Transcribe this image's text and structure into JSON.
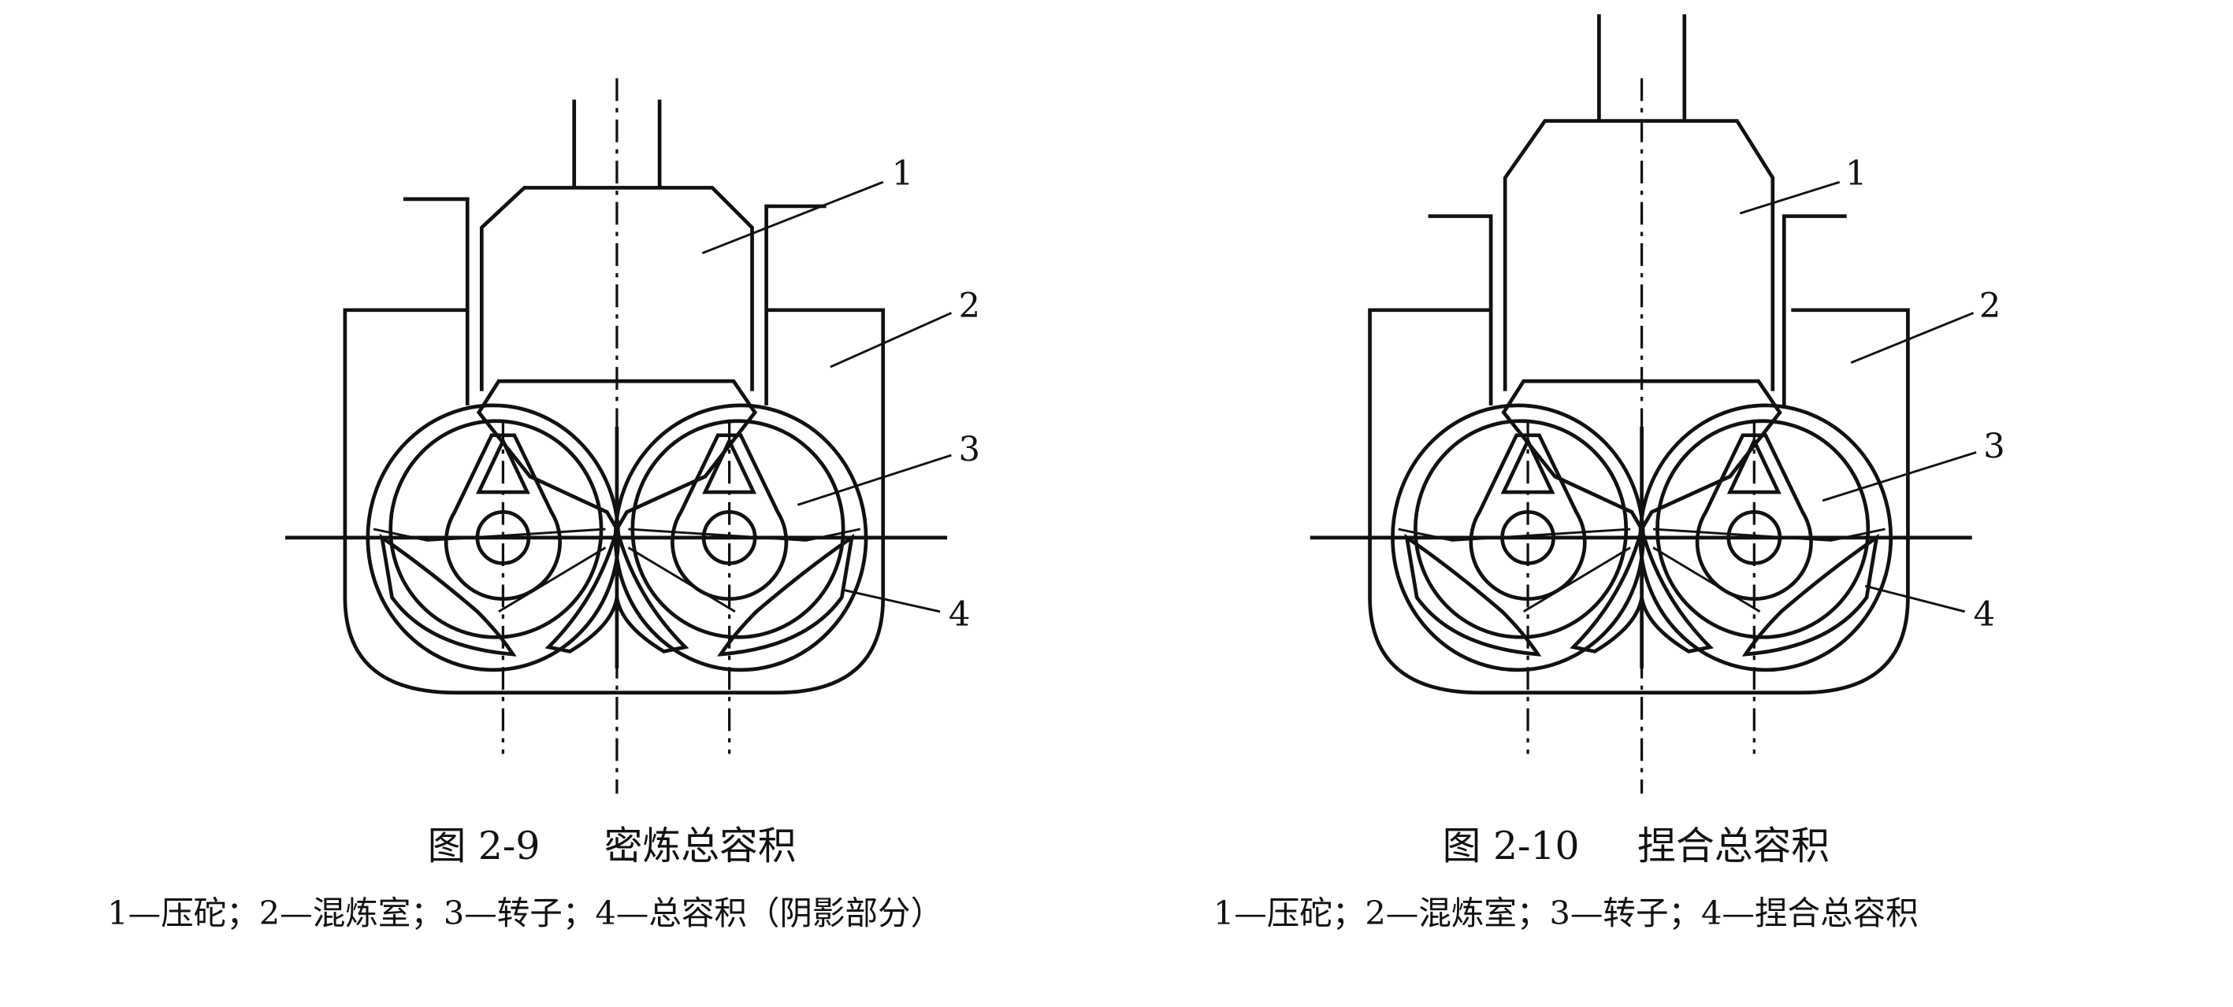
{
  "figures": [
    {
      "caption_number": "图 2-9",
      "caption_title": "密炼总容积",
      "legend": "1—压砣；2—混炼室；3—转子；4—总容积（阴影部分）",
      "labels": [
        "1",
        "2",
        "3",
        "4"
      ]
    },
    {
      "caption_number": "图 2-10",
      "caption_title": "捏合总容积",
      "legend": "1—压砣；2—混炼室；3—转子；4—捏合总容积",
      "labels": [
        "1",
        "2",
        "3",
        "4"
      ]
    }
  ]
}
